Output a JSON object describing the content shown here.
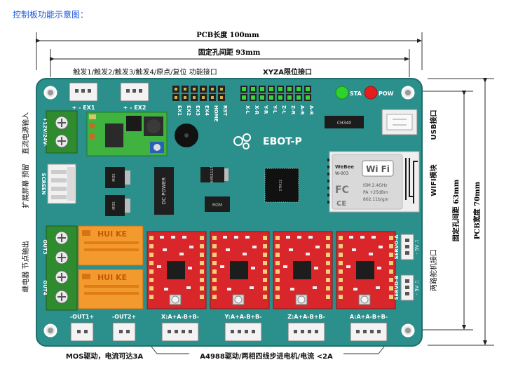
{
  "header_title": "控制板功能示意图：",
  "dimensions": {
    "pcb_length": "PCB长度 100mm",
    "hole_spacing_x": "固定孔间距 93mm",
    "hole_spacing_y": "固定孔间距 63mm",
    "pcb_width": "PCB宽度 70mm"
  },
  "top_labels": {
    "trigger": "触发1/触发2/触发3/触发4/原点/复位 功能接口",
    "limit": "XYZA限位接口"
  },
  "side_labels": {
    "dc_input": "直流电源输入",
    "screen": "扩展屏幕 预留",
    "relay": "继电器 节点输出",
    "usb": "USB接口",
    "wifi": "WIFI模块",
    "servo": "两路舵机接口"
  },
  "bottom_labels": {
    "mos": "MOS驱动，电流可达3A",
    "a4988": "A4988驱动/两相四线步进电机/电流 <2A"
  },
  "board": {
    "title": "EBOT-P",
    "ex1": "+ - EX1",
    "ex2": "+ - EX2",
    "power_in": "+12V/24V-",
    "screen": "SCREEN",
    "out3": "OUT3",
    "out4": "OUT4",
    "mos1": "MOS",
    "mos2": "MOS",
    "dc_power": "DC POWER",
    "ams": "AMS1117",
    "rom": "ROM",
    "stm": "STM32",
    "ch340": "CH340",
    "sta": "STA",
    "pow": "POW",
    "relay_brand": "HUI KE",
    "wifi_brand": "WeBee",
    "wifi_model": "W-003",
    "wifi_logo": "Wi Fi",
    "wifi_fc": "FC",
    "wifi_ce": "CE",
    "wifi_ism": "ISM 2.4GHz",
    "wifi_pa": "PA +25dBm",
    "wifi_std": "802.11b/g/n",
    "servo_a": "SERVO-A",
    "servo_b": "SERVO-B",
    "servo_pins": "- 5V ⎍",
    "trigger_pins": [
      "EX1",
      "EX2",
      "EX3",
      "EX4",
      "HOME",
      "RST"
    ],
    "limit_pins": [
      "X-L",
      "X-R",
      "Y-R",
      "Y-L",
      "Z-L",
      "Z-R",
      "A-R",
      "A-R"
    ],
    "out_labels": [
      "-OUT1+",
      "-OUT2+"
    ],
    "motor_labels": [
      "X:A+A-B+B-",
      "Y:A+A-B+B-",
      "Z:A+A-B+B-",
      "A:A+A-B+B-"
    ]
  }
}
